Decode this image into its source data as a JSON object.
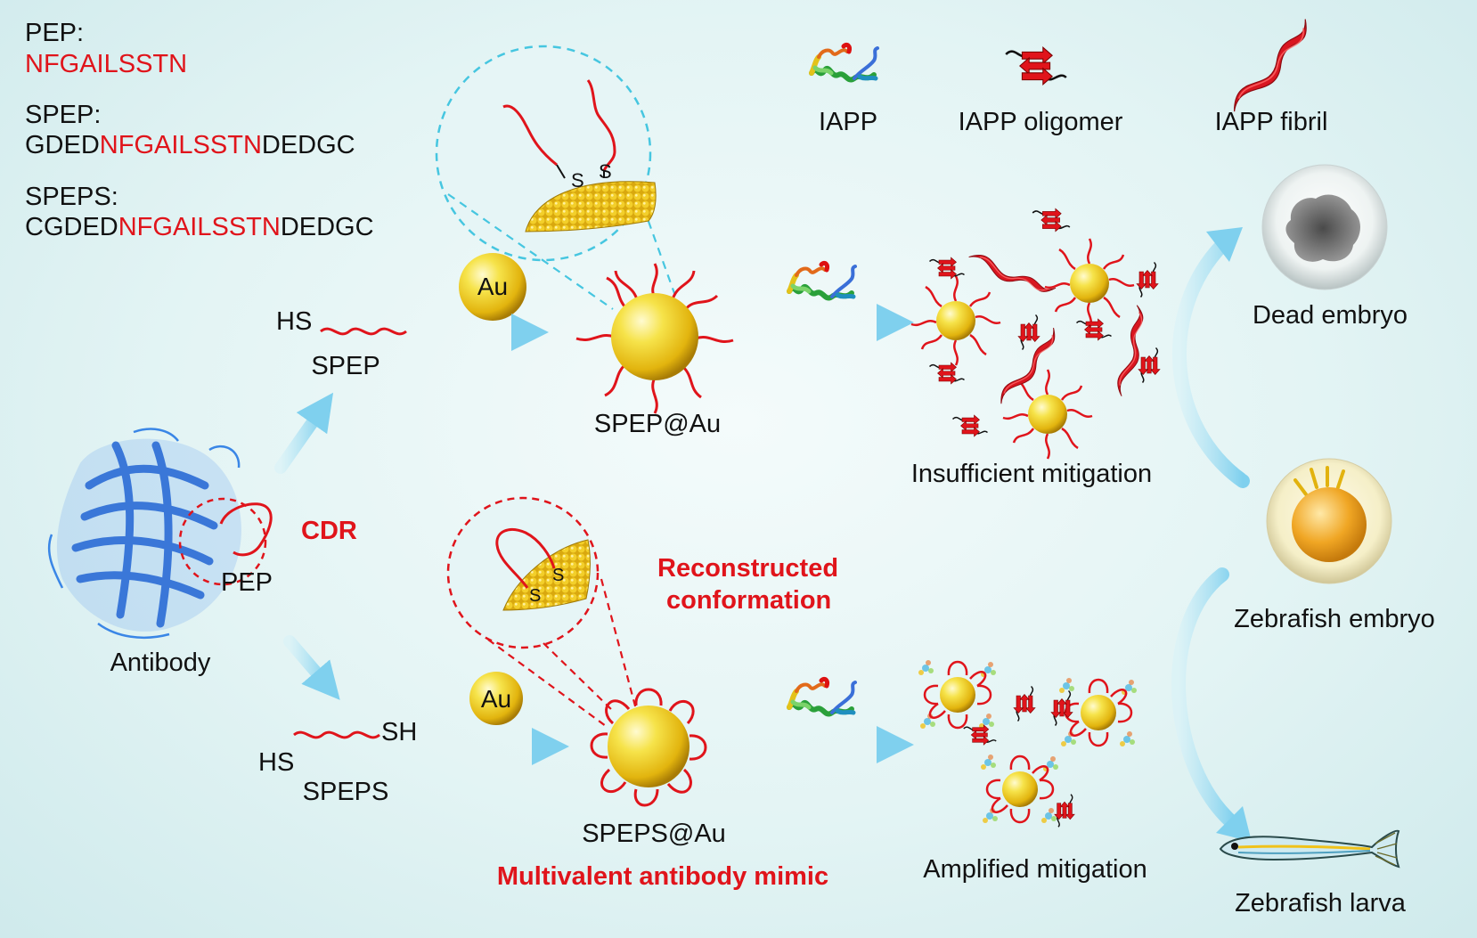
{
  "sequences": {
    "pep": {
      "label": "PEP:",
      "core": "NFGAILSSTN"
    },
    "spep": {
      "label": "SPEP:",
      "prefix": "GDED",
      "core": "NFGAILSSTN",
      "suffix": "DEDGC"
    },
    "speps": {
      "label": "SPEPS:",
      "prefix": "CGDED",
      "core": "NFGAILSSTN",
      "suffix": "DEDGC"
    }
  },
  "legend": {
    "iapp": "IAPP",
    "oligomer": "IAPP oligomer",
    "fibril": "IAPP fibril"
  },
  "antibody": {
    "label": "Antibody",
    "cdr": "CDR",
    "pep": "PEP"
  },
  "top_path": {
    "hs": "HS",
    "name": "SPEP",
    "au": "Au",
    "s1": "S",
    "s2": "S",
    "conjugate": "SPEP@Au",
    "result": "Insufficient mitigation"
  },
  "bottom_path": {
    "hs_left": "HS",
    "sh_right": "SH",
    "name": "SPEPS",
    "au": "Au",
    "s1": "S",
    "s2": "S",
    "reconstructed_line1": "Reconstructed",
    "reconstructed_line2": "conformation",
    "conjugate": "SPEPS@Au",
    "mimic": "Multivalent antibody mimic",
    "result": "Amplified mitigation"
  },
  "outcomes": {
    "dead": "Dead embryo",
    "embryo": "Zebrafish embryo",
    "larva": "Zebrafish larva"
  },
  "colors": {
    "accent_red": "#e0141b",
    "arrow_blue": "#9fdcf0",
    "gold": "#f1d21a",
    "antibody_blue": "#2f6fd6"
  }
}
